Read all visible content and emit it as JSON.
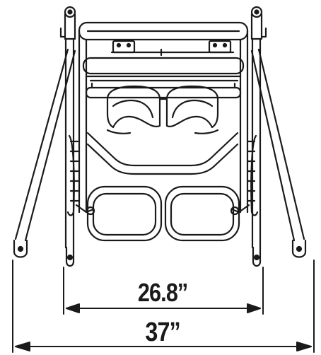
{
  "diagram": {
    "subject": "wheelchair-front-view",
    "dimensions": {
      "inner_width": "26.8’’",
      "outer_width": "37’’"
    },
    "line_color": "#1a1a1a",
    "background": "#ffffff"
  }
}
